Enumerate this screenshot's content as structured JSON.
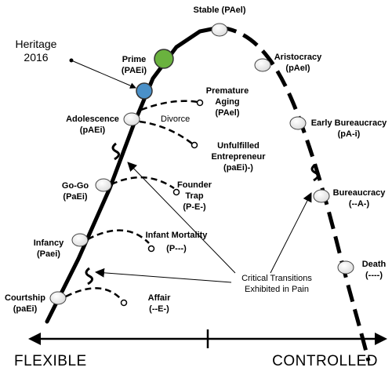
{
  "heritage": {
    "line1": "Heritage",
    "line2": "2016"
  },
  "stages": {
    "stable": "Stable (PAel)",
    "prime": {
      "line1": "Prime",
      "line2": "(PAEi)"
    },
    "aristocracy": {
      "line1": "Aristocracy",
      "line2": "(pAeI)"
    },
    "adolescence": {
      "line1": "Adolescence",
      "line2": "(pAEi)"
    },
    "early_bureaucracy": {
      "line1": "Early Bureaucracy",
      "line2": "(pA-i)"
    },
    "gogo": {
      "line1": "Go-Go",
      "line2": "(PaEi)"
    },
    "bureaucracy": {
      "line1": "Bureaucracy",
      "line2": "(--A-)"
    },
    "infancy": {
      "line1": "Infancy",
      "line2": "(Paei)"
    },
    "death": {
      "line1": "Death",
      "line2": "(----)"
    },
    "courtship": {
      "line1": "Courtship",
      "line2": "(paEi)"
    }
  },
  "pathologies": {
    "premature_aging": {
      "line1": "Premature",
      "line2": "Aging",
      "line3": "(PAel)"
    },
    "divorce": "Divorce",
    "unfulfilled": {
      "line1": "Unfulfilled",
      "line2": "Entrepreneur",
      "line3": "(paEi)-)"
    },
    "founder_trap": {
      "line1": "Founder",
      "line2": "Trap",
      "line3": "(P-E-)"
    },
    "infant_mortality": {
      "line1": "Infant Mortality",
      "line2": "(P---)"
    },
    "affair": {
      "line1": "Affair",
      "line2": "(--E-)"
    }
  },
  "critical": {
    "line1": "Critical Transitions",
    "line2": "Exhibited in Pain"
  },
  "axis": {
    "left": "FLEXIBLE",
    "right": "CONTROLLED"
  },
  "colors": {
    "prime_green": "#6ab23e",
    "prime_blue": "#4a90c8"
  }
}
